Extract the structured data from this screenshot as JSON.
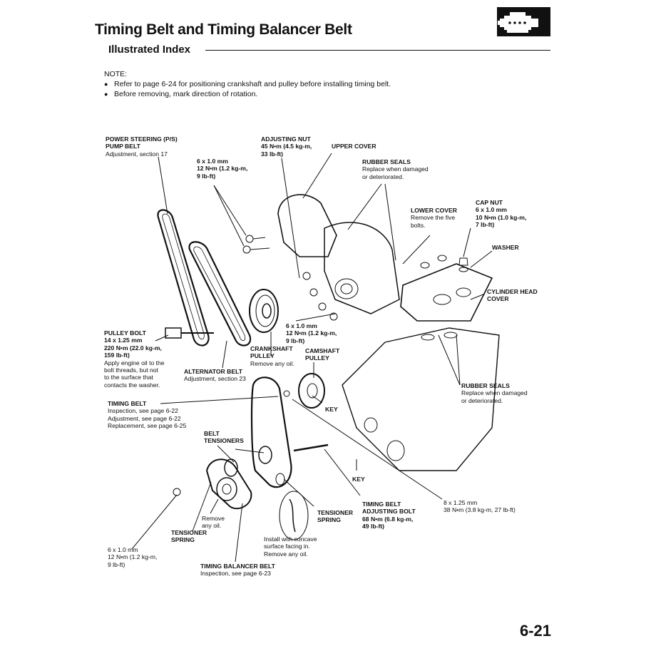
{
  "header": {
    "title": "Timing Belt and Timing Balancer Belt",
    "subtitle": "Illustrated Index",
    "section_icon": "engine-icon"
  },
  "note": {
    "heading": "NOTE:",
    "items": [
      "Refer to page 6-24 for positioning crankshaft and pulley before installing timing belt.",
      "Before removing, mark direction of rotation."
    ]
  },
  "labels": {
    "ps_belt": {
      "title": [
        "POWER STEERING (P/S)",
        "PUMP BELT"
      ],
      "lines": [
        "Adjustment, section 17"
      ]
    },
    "bolt_top": {
      "title": [
        "6 x 1.0 mm",
        "12 N•m (1.2 kg-m,",
        "9 lb-ft)"
      ],
      "lines": []
    },
    "adjusting_nut": {
      "title": [
        "ADJUSTING NUT",
        "45 N•m (4.5 kg-m,",
        "33 lb-ft)"
      ],
      "lines": []
    },
    "upper_cover": {
      "title": [
        "UPPER COVER"
      ],
      "lines": []
    },
    "rubber_seals_top": {
      "title": [
        "RUBBER SEALS"
      ],
      "lines": [
        "Replace when damaged",
        "or deteriorated."
      ]
    },
    "lower_cover": {
      "title": [
        "LOWER COVER"
      ],
      "lines": [
        "Remove the five",
        "bolts."
      ]
    },
    "cap_nut": {
      "title": [
        "CAP NUT",
        "6 x 1.0 mm",
        "10 N•m (1.0 kg-m,",
        "7 lb-ft)"
      ],
      "lines": []
    },
    "washer": {
      "title": [
        "WASHER"
      ],
      "lines": []
    },
    "cylinder_head_cover": {
      "title": [
        "CYLINDER HEAD",
        "COVER"
      ],
      "lines": []
    },
    "bolt_mid": {
      "title": [
        "6 x 1.0 mm",
        "12 N•m (1.2 kg-m,",
        "9 lb-ft)"
      ],
      "lines": []
    },
    "pulley_bolt": {
      "title": [
        "PULLEY BOLT",
        "14 x 1.25 mm",
        "220 N•m (22.0 kg-m,",
        "159 lb-ft)"
      ],
      "lines": [
        "Apply  engine oil to the",
        "bolt threads, but not",
        "to the surface that",
        "contacts the washer."
      ]
    },
    "crankshaft_pulley": {
      "title": [
        "CRANKSHAFT",
        "PULLEY"
      ],
      "lines": [
        "Remove any oil."
      ]
    },
    "camshaft_pulley": {
      "title": [
        "CAMSHAFT",
        "PULLEY"
      ],
      "lines": []
    },
    "alternator_belt": {
      "title": [
        "ALTERNATOR BELT"
      ],
      "lines": [
        "Adjustment, section 23"
      ]
    },
    "rubber_seals_right": {
      "title": [
        "RUBBER SEALS"
      ],
      "lines": [
        "Replace when damaged",
        "or deteriorated."
      ]
    },
    "timing_belt": {
      "title": [
        "TIMING BELT"
      ],
      "lines": [
        "Inspection, see page 6-22",
        "Adjustment, see page 6-22",
        "Replacement, see page 6-25"
      ]
    },
    "key_upper": {
      "title": [
        "KEY"
      ],
      "lines": []
    },
    "belt_tensioners": {
      "title": [
        "BELT",
        "TENSIONERS"
      ],
      "lines": []
    },
    "key_lower": {
      "title": [
        "KEY"
      ],
      "lines": []
    },
    "remove_oil": {
      "title": [],
      "lines": [
        "Remove",
        "any oil."
      ]
    },
    "tensioner_spring_left": {
      "title": [
        "TENSIONER",
        "SPRING"
      ],
      "lines": []
    },
    "tensioner_spring_mid": {
      "title": [
        "TENSIONER",
        "SPRING"
      ],
      "lines": []
    },
    "adjusting_bolt": {
      "title": [
        "TIMING BELT",
        "ADJUSTING BOLT",
        "68 N•m (6.8 kg-m,",
        "49 lb-ft)"
      ],
      "lines": []
    },
    "bolt_8x125": {
      "title": [],
      "lines": [
        "8 x 1.25 mm",
        "38 N•m (3.8 kg-m, 27 lb-ft)"
      ]
    },
    "concave": {
      "title": [],
      "lines": [
        "Install with concave",
        "surface facing in.",
        "Remove any oil."
      ]
    },
    "bolt_bottom": {
      "title": [],
      "lines": [
        "6 x 1.0 mm",
        "12 N•m (1.2 kg-m,",
        "9 lb-ft)"
      ]
    },
    "balancer_belt": {
      "title": [
        "TIMING BALANCER BELT"
      ],
      "lines": [
        "Inspection, see page 6-23"
      ]
    }
  },
  "page_number": "6-21"
}
